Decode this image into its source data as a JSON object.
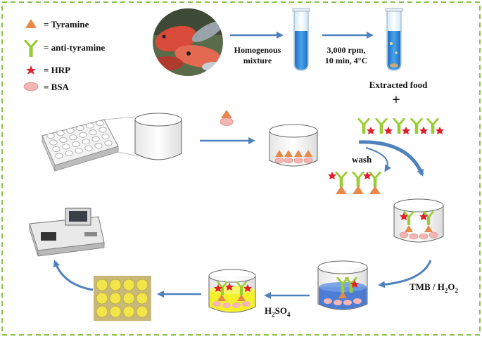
{
  "legend": [
    {
      "symbol": "orange-triangle",
      "text": "= Tyramine"
    },
    {
      "symbol": "green-antibody",
      "text": "= anti-tyramine"
    },
    {
      "symbol": "red-star",
      "text": "= HRP"
    },
    {
      "symbol": "pink-ellipse",
      "text": "= BSA"
    }
  ],
  "labels": {
    "homogenous_1": "Homogenous",
    "homogenous_2": "mixture",
    "centrifuge_1": "3,000 rpm,",
    "centrifuge_2": "10 min, 4°C",
    "extracted": "Extracted food",
    "plus": "+",
    "wash": "wash",
    "tmb": "TMB / H",
    "tmb_sub1": "2",
    "tmb_o": "O",
    "tmb_sub2": "2",
    "h2so4_h": "H",
    "h2so4_sub1": "2",
    "h2so4_so": "SO",
    "h2so4_sub2": "4"
  },
  "colors": {
    "border": "#8bc34a",
    "arrow": "#4f81bd",
    "tyramine": "#e8894a",
    "antibody": "#9acd32",
    "hrp": "#e0202a",
    "bsa": "#f4b6b2",
    "yellow": "#f6f02a",
    "blue_liquid": "#3b6fd0"
  }
}
